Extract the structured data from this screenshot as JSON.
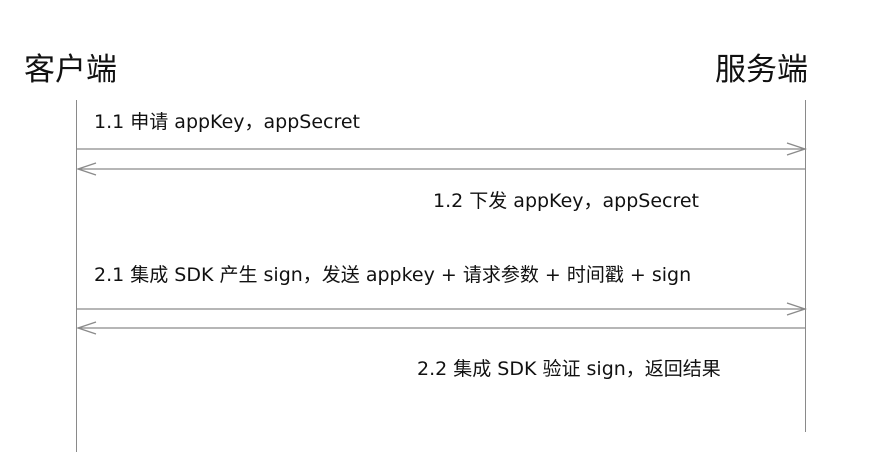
{
  "actors": {
    "client": "客户端",
    "server": "服务端"
  },
  "messages": [
    {
      "label": "1.1 申请 appKey，appSecret",
      "direction": "to-server"
    },
    {
      "label": "1.2 下发 appKey，appSecret",
      "direction": "to-client"
    },
    {
      "label": "2.1 集成 SDK 产生 sign，发送 appkey + 请求参数 + 时间戳 + sign",
      "direction": "to-server"
    },
    {
      "label": "2.2 集成 SDK 验证 sign，返回结果",
      "direction": "to-client"
    }
  ],
  "colors": {
    "line": "#8a8a8a",
    "text": "#111111"
  }
}
